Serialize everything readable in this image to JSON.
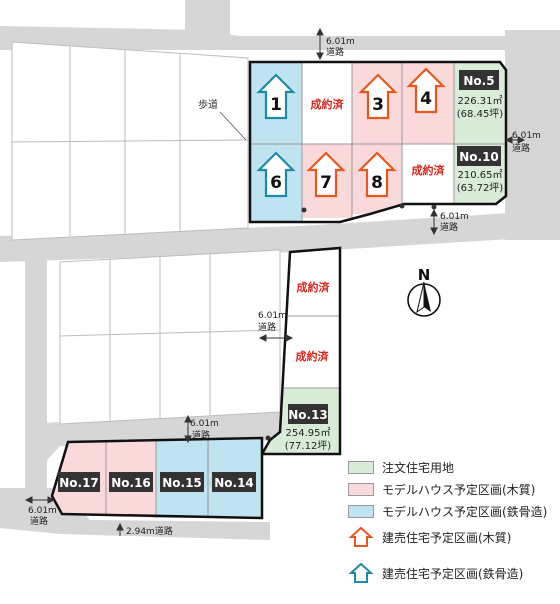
{
  "colors": {
    "road": "#d6d6d6",
    "green": "#d8ecd8",
    "pink": "#f9d9d9",
    "blue": "#bfe3f0",
    "orange": "#e8581c",
    "teal": "#1e8aa6",
    "red": "#d7261c",
    "badge": "#333333"
  },
  "labels": {
    "sidewalk": "歩道",
    "north": "N",
    "sold": "成約済"
  },
  "roads": [
    {
      "width": "6.01m",
      "name": "道路"
    },
    {
      "width": "6.01m",
      "name": "道路"
    },
    {
      "width": "6.01m",
      "name": "道路"
    },
    {
      "width": "6.01m",
      "name": "道路"
    },
    {
      "width": "6.01m",
      "name": "道路"
    },
    {
      "width": "6.01m",
      "name": "道路"
    },
    {
      "width": "2.94m",
      "name": "道路"
    }
  ],
  "lots": {
    "no1": "1",
    "no3": "3",
    "no4": "4",
    "no6": "6",
    "no7": "7",
    "no8": "8",
    "no5": {
      "label": "No.5",
      "area": "226.31㎡",
      "tsubo": "(68.45坪)"
    },
    "no10": {
      "label": "No.10",
      "area": "210.65㎡",
      "tsubo": "(63.72坪)"
    },
    "no13": {
      "label": "No.13",
      "area": "254.95㎡",
      "tsubo": "(77.12坪)"
    },
    "no14": "No.14",
    "no15": "No.15",
    "no16": "No.16",
    "no17": "No.17"
  },
  "legend": [
    {
      "type": "swatch",
      "color": "#d8ecd8",
      "label": "注文住宅用地"
    },
    {
      "type": "swatch",
      "color": "#f9d9d9",
      "label": "モデルハウス予定区画(木質)"
    },
    {
      "type": "swatch",
      "color": "#bfe3f0",
      "label": "モデルハウス予定区画(鉄骨造)"
    },
    {
      "type": "house",
      "color": "#e8581c",
      "icon": "house-outline-orange-icon",
      "label": "建売住宅予定区画(木質)"
    },
    {
      "type": "house",
      "color": "#1e8aa6",
      "icon": "house-outline-teal-icon",
      "label": "建売住宅予定区画(鉄骨造)"
    }
  ]
}
